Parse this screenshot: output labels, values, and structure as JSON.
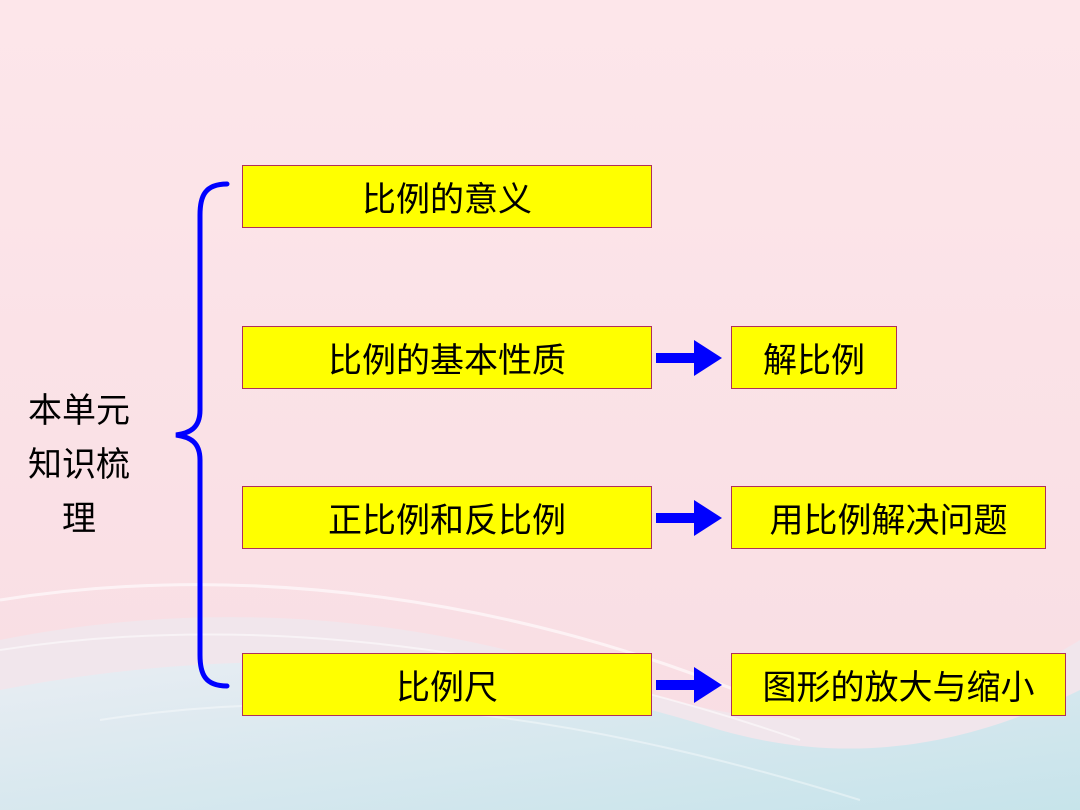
{
  "root": {
    "label": "本单元\n知识梳理"
  },
  "topics": [
    {
      "label": "比例的意义"
    },
    {
      "label": "比例的基本性质"
    },
    {
      "label": "正比例和反比例"
    },
    {
      "label": "比例尺"
    }
  ],
  "applications": [
    {
      "label": "解比例"
    },
    {
      "label": "用比例解决问题"
    },
    {
      "label": "图形的放大与缩小"
    }
  ],
  "colors": {
    "box_fill": "#ffff00",
    "box_border": "#b0305a",
    "brace": "#0000ff",
    "arrow": "#0000ff",
    "background": "#fde6ea"
  }
}
